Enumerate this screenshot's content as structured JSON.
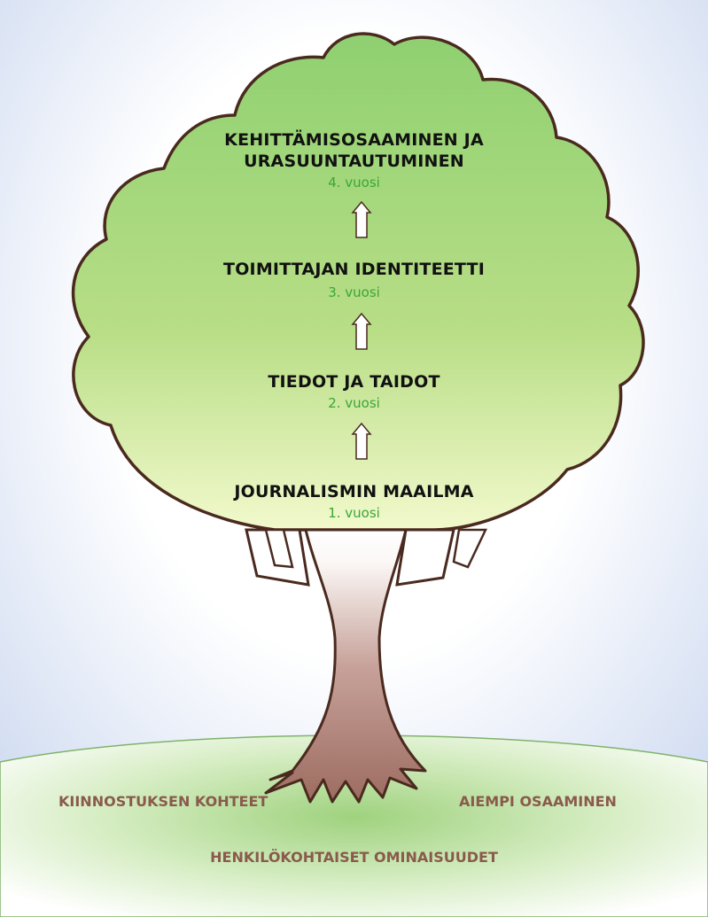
{
  "stages": [
    {
      "title": "KEHITTÄMISOSAAMINEN JA URASUUNTAUTUMINEN",
      "year": "4. vuosi"
    },
    {
      "title": "TOIMITTAJAN IDENTITEETTI",
      "year": "3. vuosi"
    },
    {
      "title": "TIEDOT JA TAIDOT",
      "year": "2. vuosi"
    },
    {
      "title": "JOURNALISMIN MAAILMA",
      "year": "1. vuosi"
    }
  ],
  "ground": {
    "left_label": "KIINNOSTUKSEN KOHTEET",
    "right_label": "AIEMPI OSAAMINEN",
    "bottom_label": "HENKILÖKOHTAISET OMINAISUUDET"
  },
  "colors": {
    "crown_top": "#8fd071",
    "crown_bottom": "#eef7c4",
    "outline": "#4a2a1f",
    "trunk": "#a97a6f",
    "ground": "#bfe3a6",
    "ground_text": "#8a5a4c",
    "year_text": "#3aa637",
    "sky": "#c9d6ef"
  }
}
